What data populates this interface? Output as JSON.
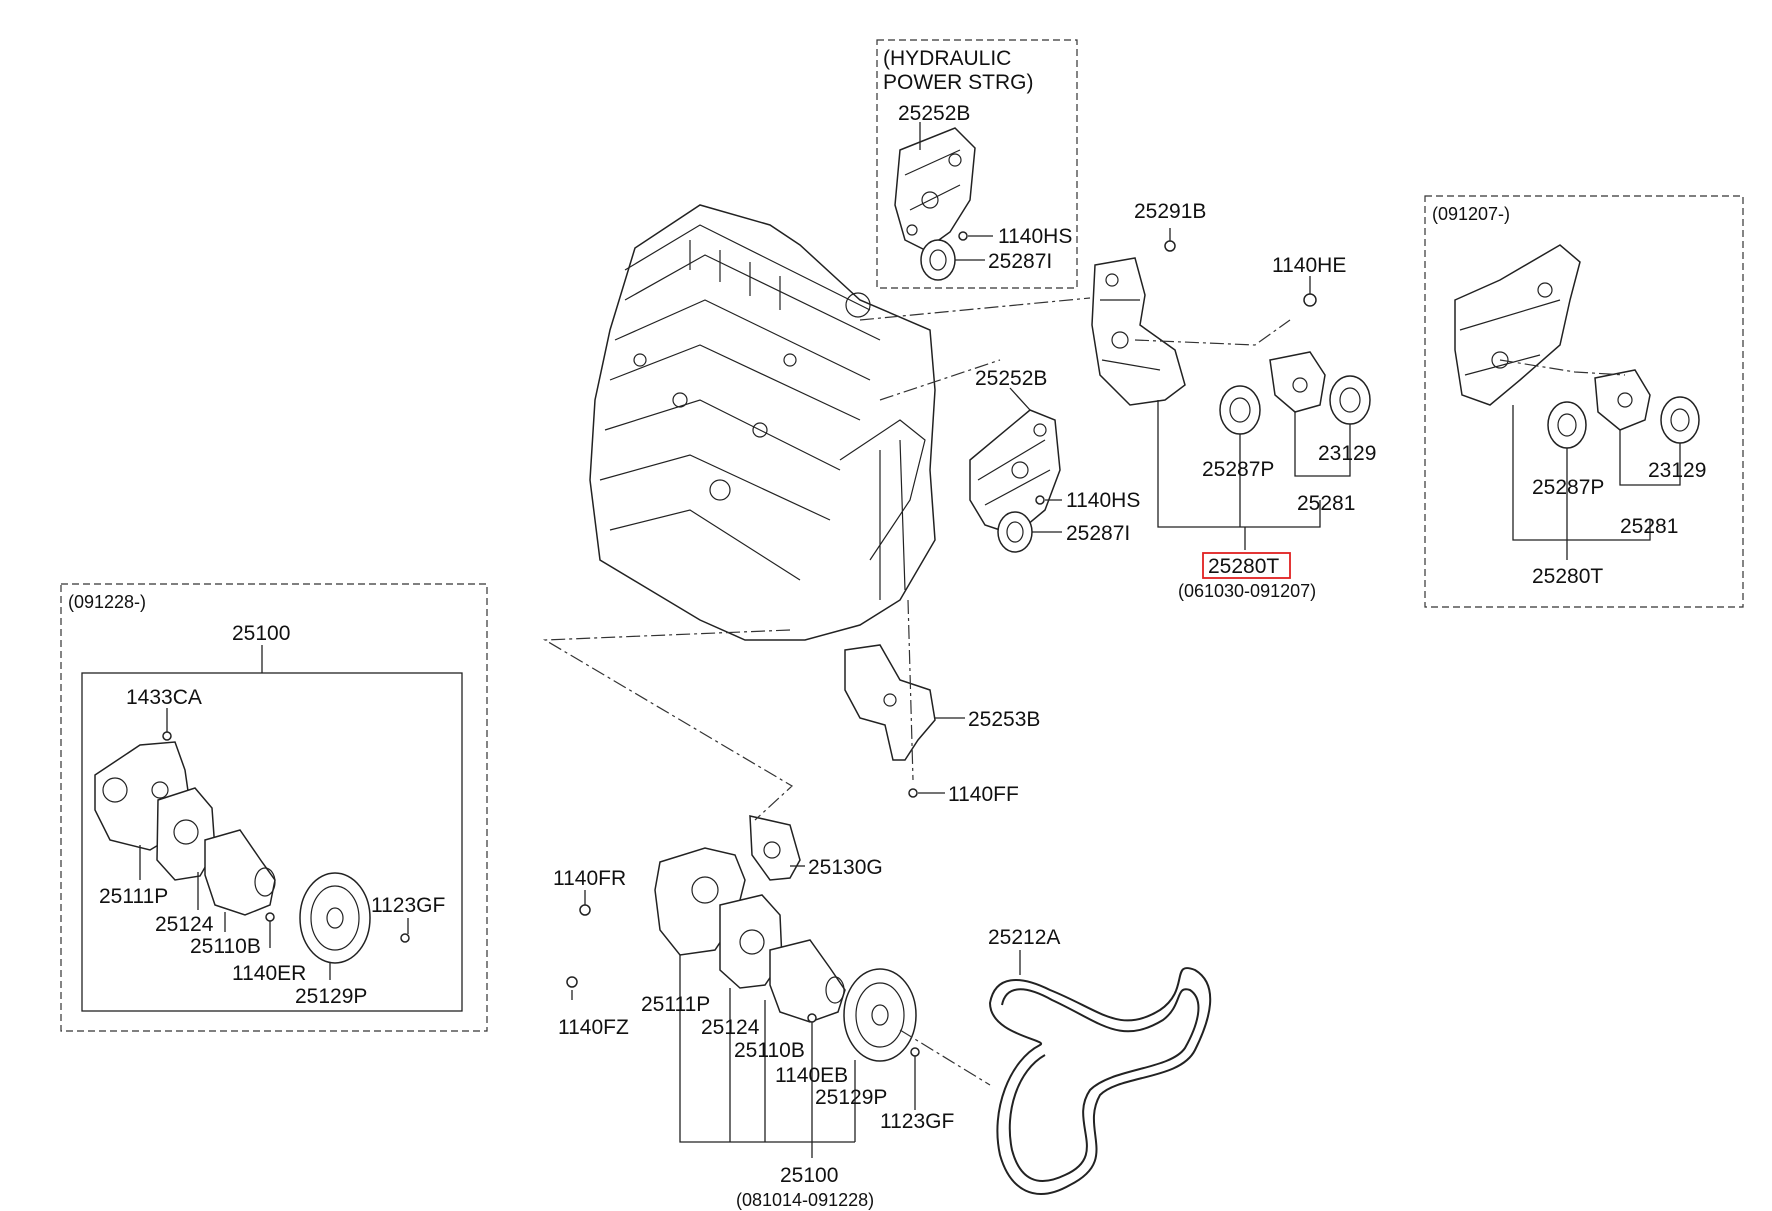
{
  "diagram": {
    "labels": {
      "hydraulic_title": "(HYDRAULIC",
      "hydraulic_title_2": "POWER STRG)",
      "p25252B_top": "25252B",
      "p1140HS_top": "1140HS",
      "p25287I_top": "25287I",
      "p25291B": "25291B",
      "p1140HE": "1140HE",
      "p25252B_mid": "25252B",
      "p1140HS_mid": "1140HS",
      "p25287I_mid": "25287I",
      "p25287P_mid": "25287P",
      "p23129_mid": "23129",
      "p25281_mid": "25281",
      "p25280T_mid": "25280T",
      "p25280T_mid_range": "(061030-091207)",
      "box_right_code": "(091207-)",
      "p25287P_right": "25287P",
      "p23129_right": "23129",
      "p25281_right": "25281",
      "p25280T_right": "25280T",
      "box_left_code": "(091228-)",
      "p25100_left": "25100",
      "p1433CA": "1433CA",
      "p25111P_left": "25111P",
      "p25124_left": "25124",
      "p25110B_left": "25110B",
      "p1140ER": "1140ER",
      "p1123GF_left": "1123GF",
      "p25129P_left": "25129P",
      "p25253B": "25253B",
      "p1140FF": "1140FF",
      "p1140FR": "1140FR",
      "p25130G": "25130G",
      "p1140FZ": "1140FZ",
      "p25111P_bot": "25111P",
      "p25124_bot": "25124",
      "p25110B_bot": "25110B",
      "p1140EB": "1140EB",
      "p25129P_bot": "25129P",
      "p1123GF_bot": "1123GF",
      "p25212A": "25212A",
      "p25100_bot": "25100",
      "p25100_bot_range": "(081014-091228)"
    },
    "colors": {
      "ink": "#111111",
      "highlight": "#e02020",
      "background": "#ffffff"
    }
  }
}
